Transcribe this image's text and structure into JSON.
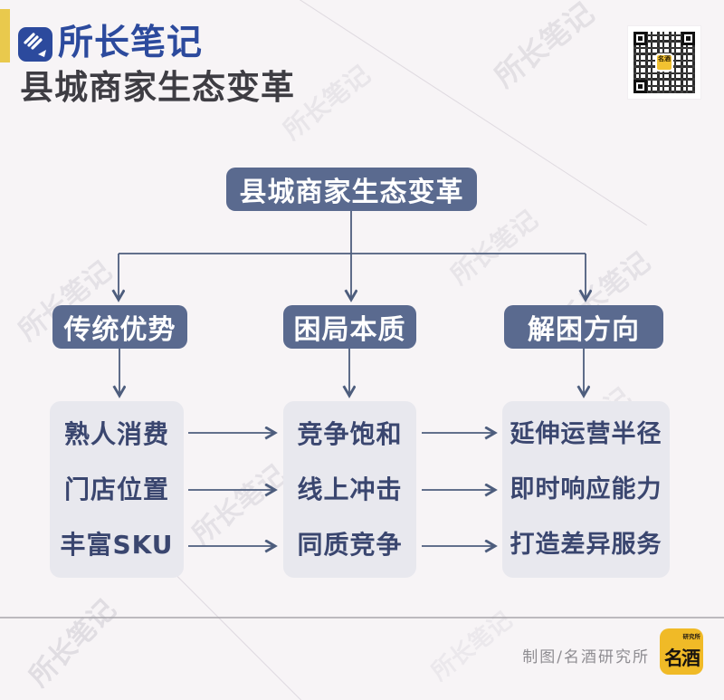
{
  "brand": {
    "logo_text": "所长笔记",
    "page_title": "县城商家生态变革"
  },
  "flowchart": {
    "root": "县城商家生态变革",
    "branches": [
      {
        "label": "传统优势",
        "items": [
          "熟人消费",
          "门店位置",
          "丰富SKU"
        ]
      },
      {
        "label": "困局本质",
        "items": [
          "竞争饱和",
          "线上冲击",
          "同质竞争"
        ]
      },
      {
        "label": "解困方向",
        "items": [
          "延伸运营半径",
          "即时响应能力",
          "打造差异服务"
        ]
      }
    ]
  },
  "footer": {
    "credit": "制图/名酒研究所",
    "logo_main": "名酒",
    "logo_sub": "研究所"
  },
  "qr": {
    "badge_text": "名酒"
  },
  "watermark": {
    "text": "所长笔记"
  },
  "colors": {
    "background": "#f7f4f6",
    "brand_blue": "#2c4a9d",
    "node_slate": "#5a6a8f",
    "list_box": "#e8e8ee",
    "list_text": "#3a466f",
    "connector": "#4d5d7d",
    "accent_yellow": "#e9c94d",
    "footer_logo_yellow": "#f0ba27",
    "credit_gray": "#8e8c91"
  }
}
